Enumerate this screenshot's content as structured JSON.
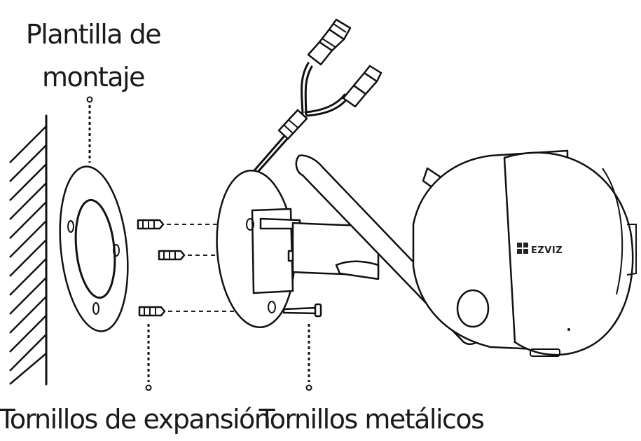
{
  "labels": {
    "mounting_template_line1": "Plantilla de",
    "mounting_template_line2": "montaje",
    "expansion_screws": "Tornillos de expansión",
    "metal_screws": "Tornillos metálicos"
  },
  "brand_logo": "EZVIZ"
}
